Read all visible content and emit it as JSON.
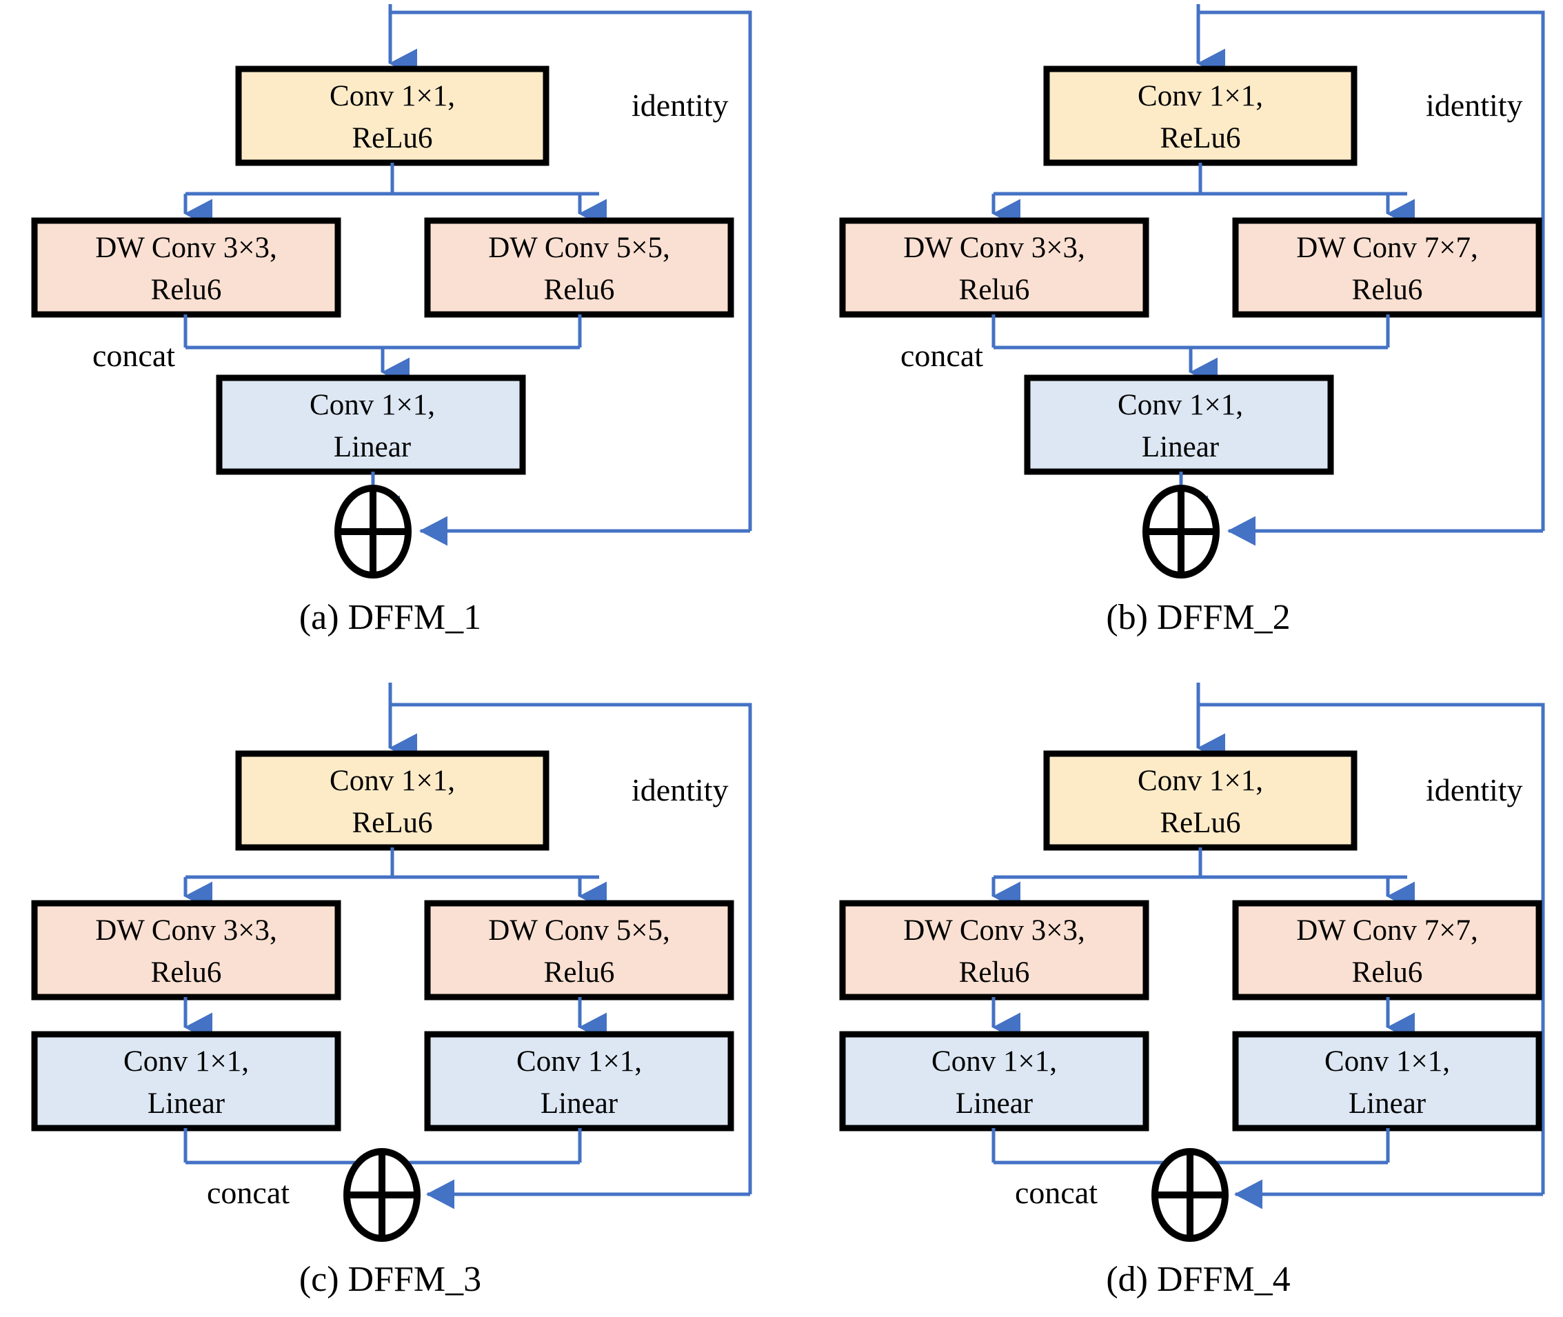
{
  "figure": {
    "kind": "neural-network-block-diagram",
    "colors": {
      "box_border": "#000000",
      "conv_expand_fill": "#FDEBC8",
      "depthwise_fill": "#FAE0D2",
      "conv_project_fill": "#DCE7F3",
      "connector": "#4472C4",
      "background": "#FFFFFF",
      "text": "#000000"
    },
    "shared_labels": {
      "identity": "identity",
      "concat": "concat",
      "sum_symbol": "plus-circle"
    },
    "panels": [
      {
        "id": "a",
        "caption": "(a) DFFM_1",
        "caption_index": "(a)",
        "caption_name": "DFFM_1",
        "identity_label": "identity",
        "concat_label": "concat",
        "expand_block": {
          "line1": "Conv 1×1,",
          "line2": "ReLu6"
        },
        "branch_blocks": [
          {
            "line1": "DW Conv 3×3,",
            "line2": "Relu6"
          },
          {
            "line1": "DW Conv 5×5,",
            "line2": "Relu6"
          }
        ],
        "project_blocks": [
          {
            "line1": "Conv 1×1,",
            "line2": "Linear"
          }
        ],
        "project_layout": "single-after-concat"
      },
      {
        "id": "b",
        "caption": "(b) DFFM_2",
        "caption_index": "(b)",
        "caption_name": "DFFM_2",
        "identity_label": "identity",
        "concat_label": "concat",
        "expand_block": {
          "line1": "Conv 1×1,",
          "line2": "ReLu6"
        },
        "branch_blocks": [
          {
            "line1": "DW Conv 3×3,",
            "line2": "Relu6"
          },
          {
            "line1": "DW Conv 7×7,",
            "line2": "Relu6"
          }
        ],
        "project_blocks": [
          {
            "line1": "Conv 1×1,",
            "line2": "Linear"
          }
        ],
        "project_layout": "single-after-concat"
      },
      {
        "id": "c",
        "caption": "(c) DFFM_3",
        "caption_index": "(c)",
        "caption_name": "DFFM_3",
        "identity_label": "identity",
        "concat_label": "concat",
        "expand_block": {
          "line1": "Conv 1×1,",
          "line2": "ReLu6"
        },
        "branch_blocks": [
          {
            "line1": "DW Conv 3×3,",
            "line2": "Relu6"
          },
          {
            "line1": "DW Conv 5×5,",
            "line2": "Relu6"
          }
        ],
        "project_blocks": [
          {
            "line1": "Conv 1×1,",
            "line2": "Linear"
          },
          {
            "line1": "Conv 1×1,",
            "line2": "Linear"
          }
        ],
        "project_layout": "per-branch-before-concat"
      },
      {
        "id": "d",
        "caption": "(d) DFFM_4",
        "caption_index": "(d)",
        "caption_name": "DFFM_4",
        "identity_label": "identity",
        "concat_label": "concat",
        "expand_block": {
          "line1": "Conv 1×1,",
          "line2": "ReLu6"
        },
        "branch_blocks": [
          {
            "line1": "DW Conv 3×3,",
            "line2": "Relu6"
          },
          {
            "line1": "DW Conv 7×7,",
            "line2": "Relu6"
          }
        ],
        "project_blocks": [
          {
            "line1": "Conv 1×1,",
            "line2": "Linear"
          },
          {
            "line1": "Conv 1×1,",
            "line2": "Linear"
          }
        ],
        "project_layout": "per-branch-before-concat"
      }
    ]
  }
}
